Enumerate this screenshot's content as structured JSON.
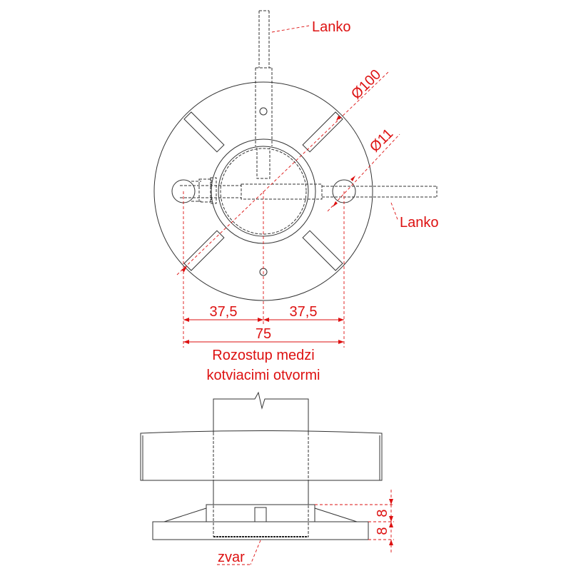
{
  "labels": {
    "rope_top": "Lanko",
    "rope_right": "Lanko",
    "dia_outer": "Ø100",
    "dia_hole": "Ø11",
    "half_left": "37,5",
    "half_right": "37,5",
    "total": "75",
    "caption_line1": "Rozostup medzi",
    "caption_line2": "kotviacimi otvormi",
    "weld": "zvar",
    "height_top": "8",
    "height_bottom": "8"
  },
  "colors": {
    "annotation": "#dd1111",
    "line": "#333333"
  }
}
